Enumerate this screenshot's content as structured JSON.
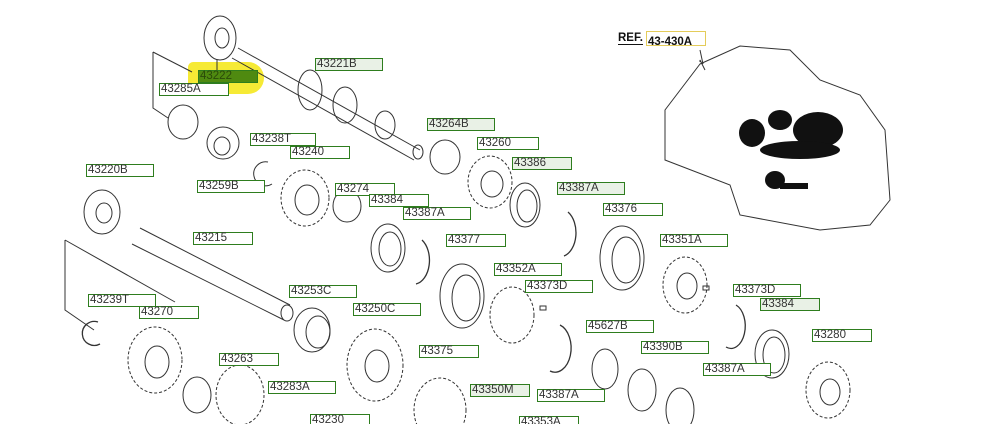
{
  "reference": {
    "prefix": "REF.",
    "code": "43-430A"
  },
  "selected_part": "43222",
  "colors": {
    "label_border": "#2e7d1e",
    "highlight": "#f5e92a",
    "selected_fill": "#4f8a10"
  },
  "labels": [
    "43222",
    "43285A",
    "43221B",
    "43264B",
    "43260",
    "43386",
    "43238T",
    "43240",
    "43259B",
    "43220B",
    "43274",
    "43384",
    "43387A",
    "43387A",
    "43376",
    "43215",
    "43377",
    "43351A",
    "43253C",
    "43250C",
    "43352A",
    "43373D",
    "43373D",
    "43384",
    "43239T",
    "43270",
    "45627B",
    "43280",
    "43263",
    "43390B",
    "43375",
    "43283A",
    "43350M",
    "43387A",
    "43387A",
    "43230",
    "43353A"
  ]
}
